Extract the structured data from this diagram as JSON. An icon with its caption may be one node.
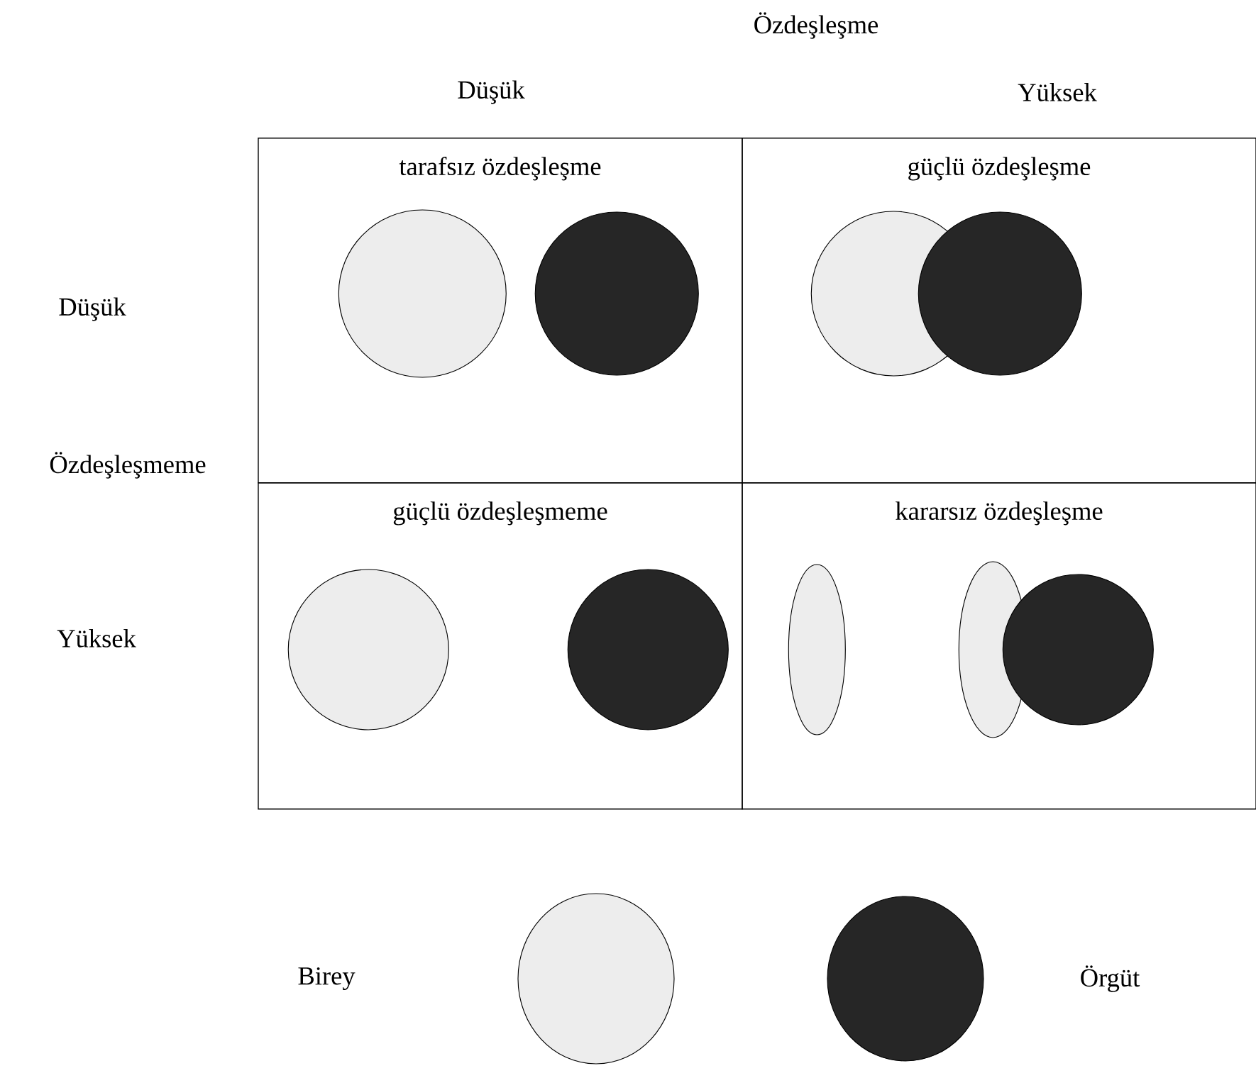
{
  "diagram": {
    "nodes": [
      {
        "text": [
          "tarafsız özdeşleşme"
        ]
      },
      {
        "text": [],
        "shape": "circle",
        "in": 0
      },
      {
        "text": [],
        "shape": "circle",
        "in": 0
      },
      {
        "text": [
          "güçlü özdeşleşme"
        ]
      },
      {
        "text": [],
        "shape": "circle",
        "in": 3
      },
      {
        "text": [],
        "shape": "circle",
        "in": 3
      },
      {
        "text": [
          "güçlü özdeşleşmeme"
        ]
      },
      {
        "text": [],
        "shape": "circle",
        "in": 6
      },
      {
        "text": [],
        "shape": "circle",
        "in": 6
      },
      {
        "text": [
          "kararsız özdeşleşme"
        ]
      },
      {
        "text": [],
        "shape": "ellipse",
        "in": 9
      },
      {
        "text": [],
        "shape": "ellipse",
        "in": 9
      },
      {
        "text": [],
        "shape": "circle",
        "in": 9
      }
    ],
    "labels": [
      "Özdeşleşme",
      "Düşük",
      "Yüksek",
      "Düşük",
      "Özdeşleşmeme",
      "Yüksek"
    ],
    "legend": [
      {
        "text": "Birey"
      },
      {
        "text": "Örgüt"
      }
    ]
  }
}
